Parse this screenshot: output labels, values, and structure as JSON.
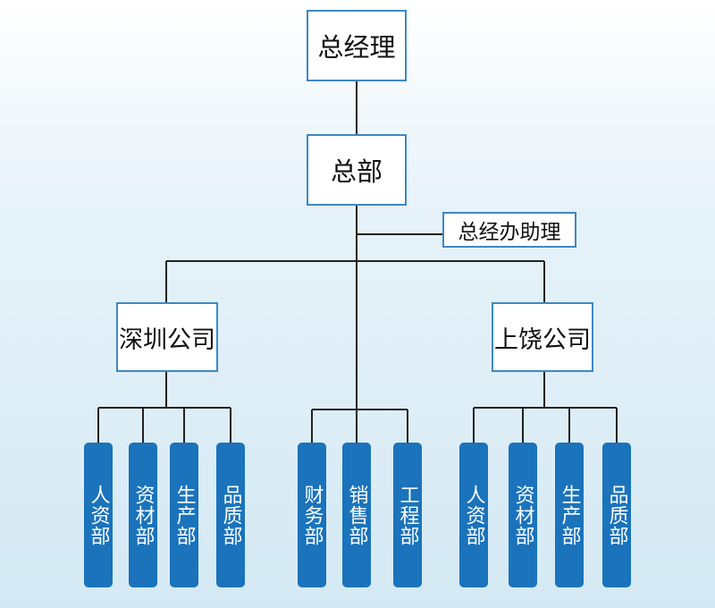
{
  "nodes": {
    "gm": "总经理",
    "hq": "总部",
    "assistant": "总经办助理",
    "shenzhen": "深圳公司",
    "shangrao": "上饶公司"
  },
  "shenzhen_departments": [
    "人资部",
    "资材部",
    "生产部",
    "品质部"
  ],
  "hq_departments": [
    "财务部",
    "销售部",
    "工程部"
  ],
  "shangrao_departments": [
    "人资部",
    "资材部",
    "生产部",
    "品质部"
  ],
  "colors": {
    "box_border": "#3d88c4",
    "department_fill": "#1a73bb",
    "department_text": "#ffffff",
    "connector": "#222222",
    "background_top": "#ffffff",
    "background_bottom": "#d4e9f4"
  }
}
